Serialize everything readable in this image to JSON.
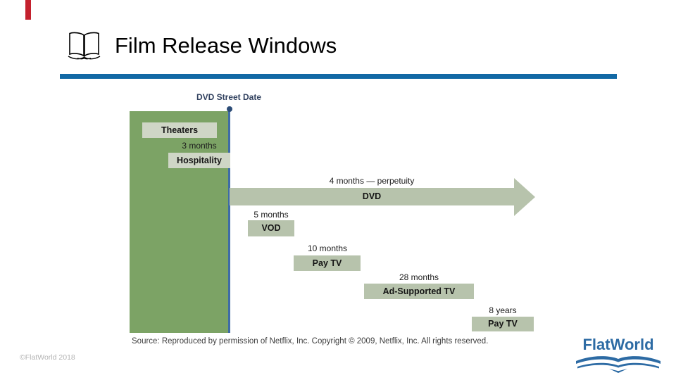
{
  "slide": {
    "title": "Film Release Windows",
    "accent_color": "#c4212e",
    "rule_color": "#1269a5"
  },
  "chart_data": {
    "type": "bar",
    "subtype": "gantt-release-timeline",
    "title": "Film Release Windows",
    "marker": {
      "label": "DVD Street Date"
    },
    "rows": [
      {
        "label": "Theaters",
        "start": ""
      },
      {
        "label": "Hospitality",
        "start": "3 months"
      },
      {
        "label": "DVD",
        "start": "4 months — perpetuity",
        "arrow": true
      },
      {
        "label": "VOD",
        "start": "5 months"
      },
      {
        "label": "Pay TV",
        "start": "10 months"
      },
      {
        "label": "Ad-Supported TV",
        "start": "28 months"
      },
      {
        "label": "Pay TV",
        "start": "8 years"
      }
    ],
    "legend_position": "none",
    "grid": false,
    "colors": {
      "theatrical_block": "#7ca365",
      "inner_bar": "#cfd6c6",
      "outer_bar": "#b7c3ac",
      "timeline_line": "#3f6ca5",
      "marker_text": "#31415f"
    }
  },
  "footer": {
    "source": "Source: Reproduced by permission of Netflix, Inc. Copyright © 2009, Netflix, Inc. All rights reserved.",
    "copyright": "©FlatWorld 2018",
    "logo_text": "FlatWorld"
  }
}
